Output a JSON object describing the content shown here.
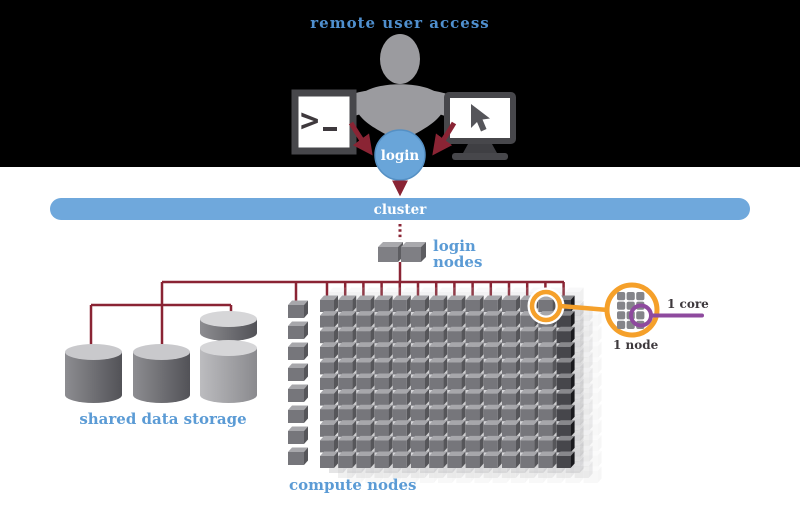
{
  "labels": {
    "remote_user_access": "remote user access",
    "login": "login",
    "cluster": "cluster",
    "login_nodes_line1": "login",
    "login_nodes_line2": "nodes",
    "shared_data_storage": "shared data storage",
    "compute_nodes": "compute nodes",
    "one_node": "1 node",
    "one_core": "1 core",
    "terminal_prompt": ">"
  },
  "icons": {
    "terminal": "terminal-icon",
    "monitor": "monitor-with-cursor-icon",
    "cursor": "mouse-cursor-icon",
    "user": "user-silhouette",
    "storage": "database-cylinder-icon",
    "node_cube": "compute-node-cube-icon"
  },
  "colors": {
    "header_band": "#000000",
    "cluster_blue": "#6fa8dc",
    "login_blue": "#69a5d9",
    "text_blue": "#5b9bd5",
    "dark_red": "#8a2434",
    "orange": "#f5a02a",
    "purple": "#8e4a9e",
    "person_gray": "#9b9b9f",
    "icon_gray": "#47474b",
    "cube_front": "#76767b",
    "cube_top": "#a7a7ab",
    "cube_side": "#56565a",
    "label_dark": "#3e393d"
  },
  "diagram": {
    "compute_grid": {
      "columns": 14,
      "rows": 11,
      "left_column_nodes": 8
    },
    "login_nodes": {
      "count": 2
    },
    "storage_cylinders": {
      "count": 3
    },
    "node_detail": {
      "core_columns": 3,
      "core_rows": 4,
      "cores_per_node": 12
    }
  }
}
